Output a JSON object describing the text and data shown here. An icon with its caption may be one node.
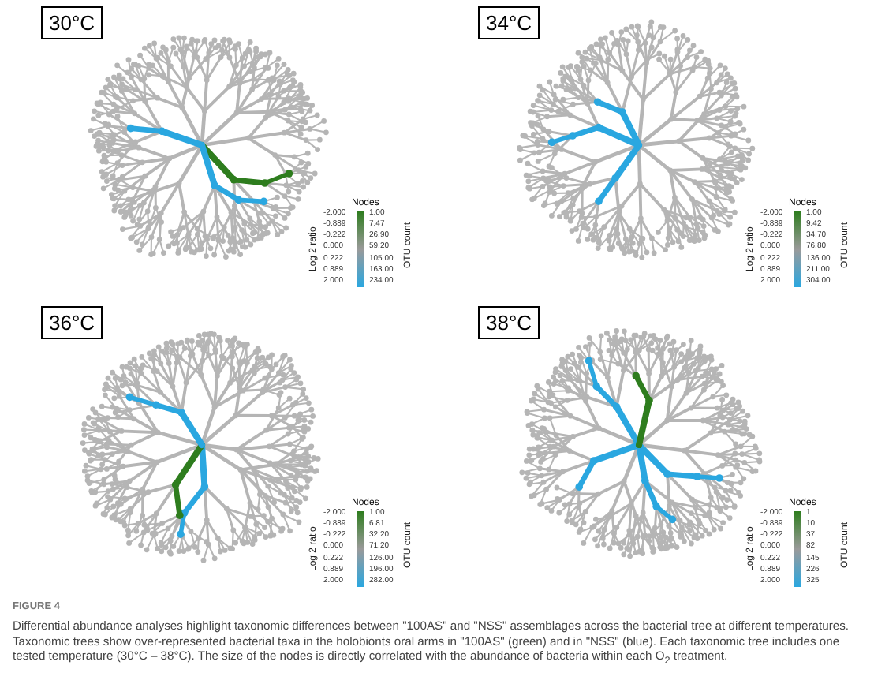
{
  "diagram": {
    "title": "FIGURE 4",
    "caption": "Differential abundance analyses highlight taxonomic differences between \"100AS\" and \"NSS\" assemblages across the bacterial tree at different temperatures. Taxonomic trees show over-represented bacterial taxa in the holobionts oral arms in \"100AS\" (green) and in \"NSS\" (blue). Each taxonomic tree includes one tested temperature (30°C – 38°C). The size of the nodes is directly correlated with the abundance of bacteria within each O$_{2}$ treatment.",
    "labels": [
      "30°C",
      "Nodes",
      "Log 2 ratio",
      "-2.000",
      "-0.889",
      "-0.222",
      "0.000",
      "0.222",
      "0.889",
      "2.000",
      "OTU count",
      "1.00",
      "7.47",
      "26.90",
      "59.20",
      "105.00",
      "163.00",
      "234.00",
      "34°C",
      "Nodes",
      "Log 2 ratio",
      "-2.000",
      "-0.889",
      "-0.222",
      "0.000",
      "0.222",
      "0.889",
      "2.000",
      "OTU count",
      "1.00",
      "9.42",
      "34.70",
      "76.80",
      "136.00",
      "211.00",
      "304.00",
      "36°C",
      "Nodes",
      "Log 2 ratio",
      "-2.000",
      "-0.889",
      "-0.222",
      "0.000",
      "0.222",
      "0.889",
      "2.000",
      "OTU count",
      "1.00",
      "6.81",
      "32.20",
      "71.20",
      "126.00",
      "196.00",
      "282.00",
      "38°C",
      "Nodes",
      "Log 2 ratio",
      "-2.000",
      "-0.889",
      "-0.222",
      "0.000",
      "0.222",
      "0.889",
      "2.000",
      "OTU count",
      "1",
      "10",
      "37",
      "82",
      "145",
      "226",
      "325"
    ]
  }
}
